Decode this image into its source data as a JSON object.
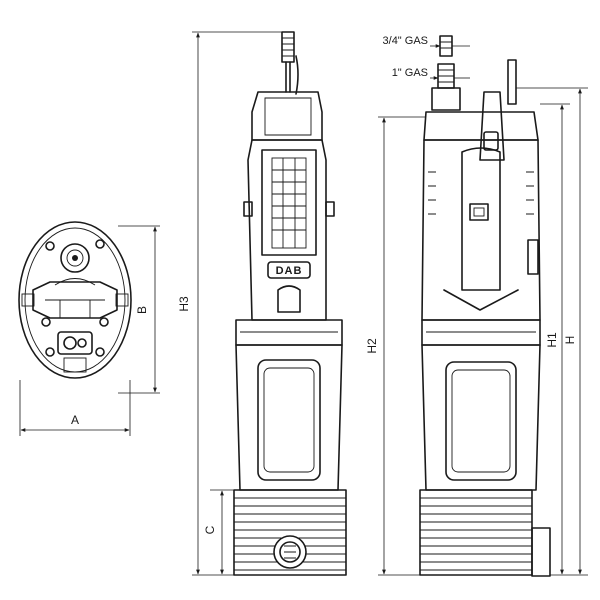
{
  "brand_logo": "DAB",
  "dimensions": {
    "a": "A",
    "b": "B",
    "c": "C",
    "h": "H",
    "h1": "H1",
    "h2": "H2",
    "h3": "H3"
  },
  "connections": {
    "upper": "3/4\" GAS",
    "lower": "1\" GAS"
  }
}
